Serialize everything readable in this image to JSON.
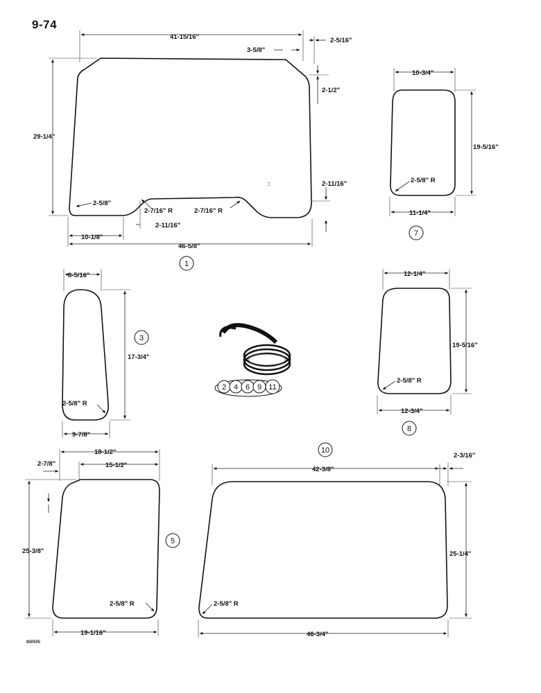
{
  "page_number": "9-74",
  "drawing_code": "850505",
  "parts": {
    "p1": {
      "callout": "1",
      "width_top": "41-15/16\"",
      "corner_offset_right": "2-5/16\"",
      "corner_offset_left": "3-5/8\"",
      "height": "29-1/4\"",
      "right_upper_drop": "2-1/2\"",
      "right_lower_drop": "2-11/16\"",
      "bottom_left_radius": "2-5/8\"",
      "notch_radius_left": "2-7/16\" R",
      "notch_radius_right": "2-7/16\" R",
      "notch_depth": "2-11/16\"",
      "notch_offset": "10-1/8\"",
      "width_bottom": "46-5/8\""
    },
    "p7": {
      "callout": "7",
      "width_top": "10-3/4\"",
      "height": "19-5/16\"",
      "radius": "2-5/8\" R",
      "width_bottom": "11-1/4\""
    },
    "p3": {
      "callout": "3",
      "width_top": "8-5/16\"",
      "height": "17-3/4\"",
      "radius": "2-5/8\" R",
      "width_bottom": "9-7/8\""
    },
    "p8": {
      "callout": "8",
      "width_top": "12-1/4\"",
      "height": "19-5/16\"",
      "radius": "2-5/8\" R",
      "width_bottom": "12-3/4\""
    },
    "seal": {
      "callouts": [
        "2",
        "4",
        "6",
        "9",
        "11"
      ]
    },
    "p10": {
      "callout": "10",
      "width_top": "42-3/8\"",
      "corner_offset": "2-3/16\"",
      "height": "25-1/4\"",
      "radius": "2-5/8\" R",
      "width_bottom": "46-3/4\""
    },
    "p5": {
      "callout": "5",
      "width_overall": "18-1/2\"",
      "width_top": "15-1/2\"",
      "corner_offset": "2-7/8\"",
      "height": "25-3/8\"",
      "radius": "2-5/8\" R",
      "width_bottom": "19-1/16\""
    }
  }
}
